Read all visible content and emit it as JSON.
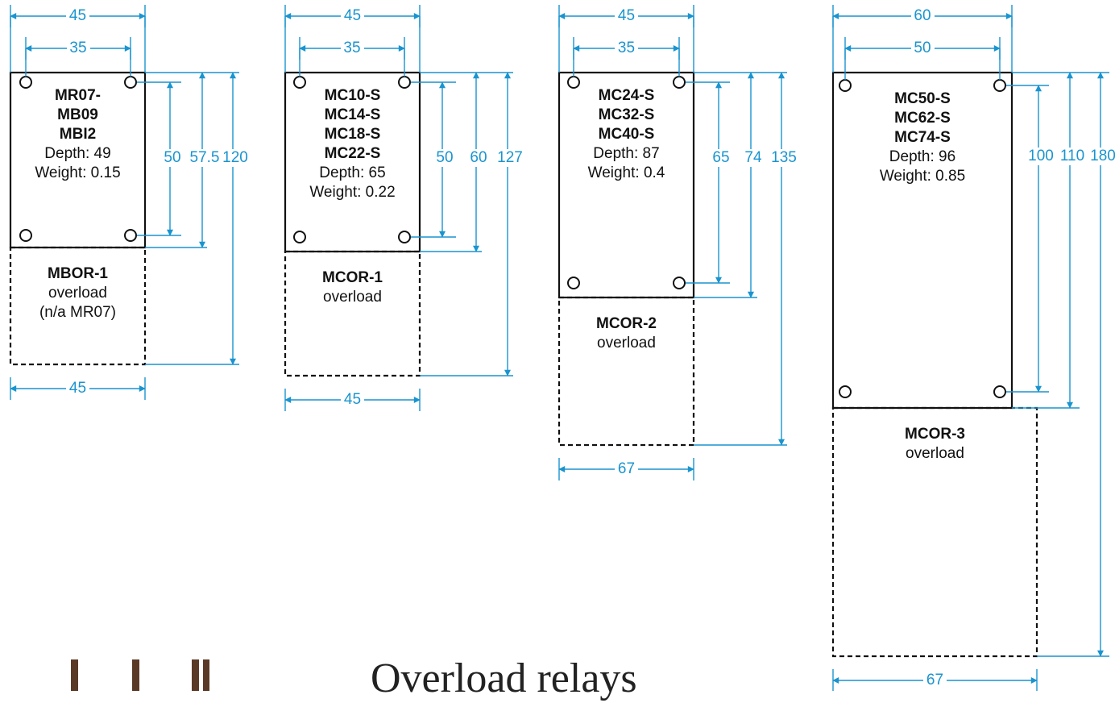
{
  "diagrams": [
    {
      "contactor": {
        "models": [
          "MR07-",
          "MB09",
          "MBI2"
        ],
        "depth": "Depth: 49",
        "weight": "Weight: 0.15"
      },
      "overload": {
        "model": "MBOR-1",
        "lines": [
          "overload",
          "(n/a MR07)"
        ]
      },
      "dims": {
        "top_width": "45",
        "hole_width": "35",
        "bottom_width": "45",
        "hole_height": "50",
        "body_height": "57.5",
        "total_height": "120"
      }
    },
    {
      "contactor": {
        "models": [
          "MC10-S",
          "MC14-S",
          "MC18-S",
          "MC22-S"
        ],
        "depth": "Depth: 65",
        "weight": "Weight: 0.22"
      },
      "overload": {
        "model": "MCOR-1",
        "lines": [
          "overload"
        ]
      },
      "dims": {
        "top_width": "45",
        "hole_width": "35",
        "bottom_width": "45",
        "hole_height": "50",
        "body_height": "60",
        "total_height": "127"
      }
    },
    {
      "contactor": {
        "models": [
          "MC24-S",
          "MC32-S",
          "MC40-S"
        ],
        "depth": "Depth: 87",
        "weight": "Weight: 0.4"
      },
      "overload": {
        "model": "MCOR-2",
        "lines": [
          "overload"
        ]
      },
      "dims": {
        "top_width": "45",
        "hole_width": "35",
        "bottom_width": "67",
        "hole_height": "65",
        "body_height": "74",
        "total_height": "135"
      }
    },
    {
      "contactor": {
        "models": [
          "MC50-S",
          "MC62-S",
          "MC74-S"
        ],
        "depth": "Depth: 96",
        "weight": "Weight: 0.85"
      },
      "overload": {
        "model": "MCOR-3",
        "lines": [
          "overload"
        ]
      },
      "dims": {
        "top_width": "60",
        "hole_width": "50",
        "bottom_width": "67",
        "hole_height": "100",
        "body_height": "110",
        "total_height": "180"
      }
    }
  ],
  "footer": {
    "title": "Overload relays"
  },
  "colors": {
    "dimension": "#1a94cf",
    "outline": "#111111"
  }
}
